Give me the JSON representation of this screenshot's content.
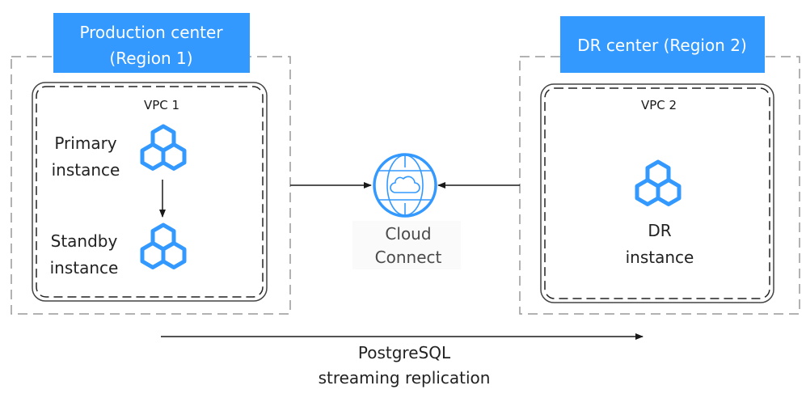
{
  "diagram": {
    "colors": {
      "accent": "#3399ff",
      "icon": "#3399ff",
      "region_border": "#999999",
      "vpc_border": "#333333",
      "arrow": "#1a1a1a"
    },
    "production_region": {
      "label_line1": "Production center",
      "label_line2": "(Region 1)",
      "vpc_label": "VPC 1",
      "primary": {
        "label_line1": "Primary",
        "label_line2": "instance",
        "icon": "database-cluster-icon"
      },
      "standby": {
        "label_line1": "Standby",
        "label_line2": "instance",
        "icon": "database-cluster-icon"
      }
    },
    "dr_region": {
      "label": "DR center (Region 2)",
      "vpc_label": "VPC 2",
      "dr_instance": {
        "label_line1": "DR",
        "label_line2": "instance",
        "icon": "database-cluster-icon"
      }
    },
    "cloud_connect": {
      "label_line1": "Cloud",
      "label_line2": "Connect",
      "icon": "globe-cloud-icon"
    },
    "replication": {
      "label_line1": "PostgreSQL",
      "label_line2": "streaming replication"
    }
  }
}
